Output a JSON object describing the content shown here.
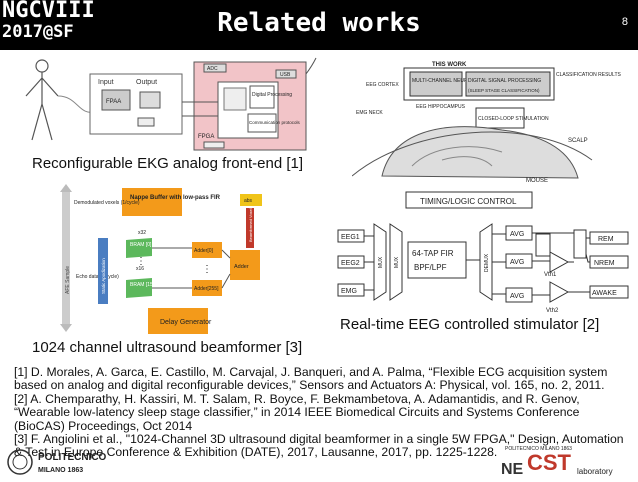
{
  "header": {
    "conf_line1": "NGCVIII",
    "conf_line2": "2017@SF",
    "title": "Related works",
    "page_number": "8"
  },
  "figures": {
    "ekg": {
      "caption": "Reconfigurable EKG analog front-end [1]",
      "labels": {
        "input": "Input",
        "output": "Output",
        "fpaa": "FPAA",
        "fpga": "FPGA",
        "adc": "ADC",
        "usb": "USB",
        "digital": "Digital Processing",
        "comm": "Communication protocols"
      }
    },
    "eeg": {
      "caption": "Real-time EEG controlled stimulator [2]",
      "labels": {
        "this_work": "THIS WORK",
        "afe": "MULTI-CHANNEL NEURAL FRONT-END",
        "dsp": "DIGITAL SIGNAL PROCESSING",
        "sleep": "(SLEEP STAGE CLASSIFICATION)",
        "classification": "CLASSIFICATION RESULTS",
        "closed_loop": "CLOSED-LOOP STIMULATION",
        "scalp": "SCALP",
        "mouse": "MOUSE",
        "eeg_cortex": "EEG CORTEX",
        "emg_neck": "EMG NECK",
        "eeg_hippo": "EEG HIPPOCAMPUS",
        "timing": "TIMING/LOGIC CONTROL",
        "eeg1": "EEG1",
        "eeg2": "EEG2",
        "emg": "EMG",
        "mux": "MUX",
        "demux": "DEMUX",
        "fir": "64-TAP FIR",
        "bpf": "BPF/LPF",
        "avg": "AVG",
        "rem": "REM",
        "nrem": "NREM",
        "awake": "AWAKE",
        "vth1": "Vth1",
        "vth2": "Vth2"
      }
    },
    "beam": {
      "caption": "1024 channel ultrasound beamformer [3]",
      "labels": {
        "nappe": "Nappe Buffer with low-pass FIR",
        "demod": "Demodulated voxels (1/cycle)",
        "echo": "Echo data (2/cycle)",
        "static": "Static Apodization",
        "bram1": "BRAM [0] [31]",
        "bram2": "BRAM [15] [31]",
        "adder1": "Adder[0]",
        "adder2": "Adder[255]",
        "adder": "Adder",
        "delay": "Delay Generator",
        "afe_side": "AFE Sample",
        "beam_voxel": "Beamformed Voxel",
        "x32": "x32",
        "x16": "x16",
        "abs": "abs"
      }
    }
  },
  "references": [
    "[1] D. Morales, A. Garca, E. Castillo, M. Carvajal, J. Banqueri, and A. Palma, “Flexible ECG acquisition system based on analog and digital reconfigurable devices,” Sensors and Actuators A: Physical, vol. 165, no. 2, 2011.",
    "[2] A. Chemparathy, H. Kassiri, M. T. Salam, R. Boyce, F. Bekmambetova, A. Adamantidis, and R. Genov, “Wearable low-latency sleep stage classifier,” in 2014 IEEE Biomedical Circuits and Systems Conference (BioCAS) Proceedings, Oct 2014",
    "[3] F. Angiolini et al., \"1024-Channel 3D ultrasound digital beamformer in a single 5W FPGA,\" Design, Automation & Test in Europe Conference & Exhibition (DATE), 2017, Lausanne, 2017, pp. 1225-1228."
  ],
  "footer": {
    "left_logo_line1": "POLITECNICO",
    "left_logo_line2": "MILANO 1863",
    "right_logo_top": "POLITECNICO MILANO 1863",
    "right_logo_ne": "NE",
    "right_logo_cst": "CST",
    "right_logo_sub": "laboratory"
  },
  "colors": {
    "header_bg": "#000000",
    "fpga_pink": "#f2c4c8",
    "orange": "#f39a1a",
    "green": "#5cb85c",
    "yellow": "#f0c419",
    "blue": "#4a7dc1",
    "red_bar": "#c0392b"
  }
}
